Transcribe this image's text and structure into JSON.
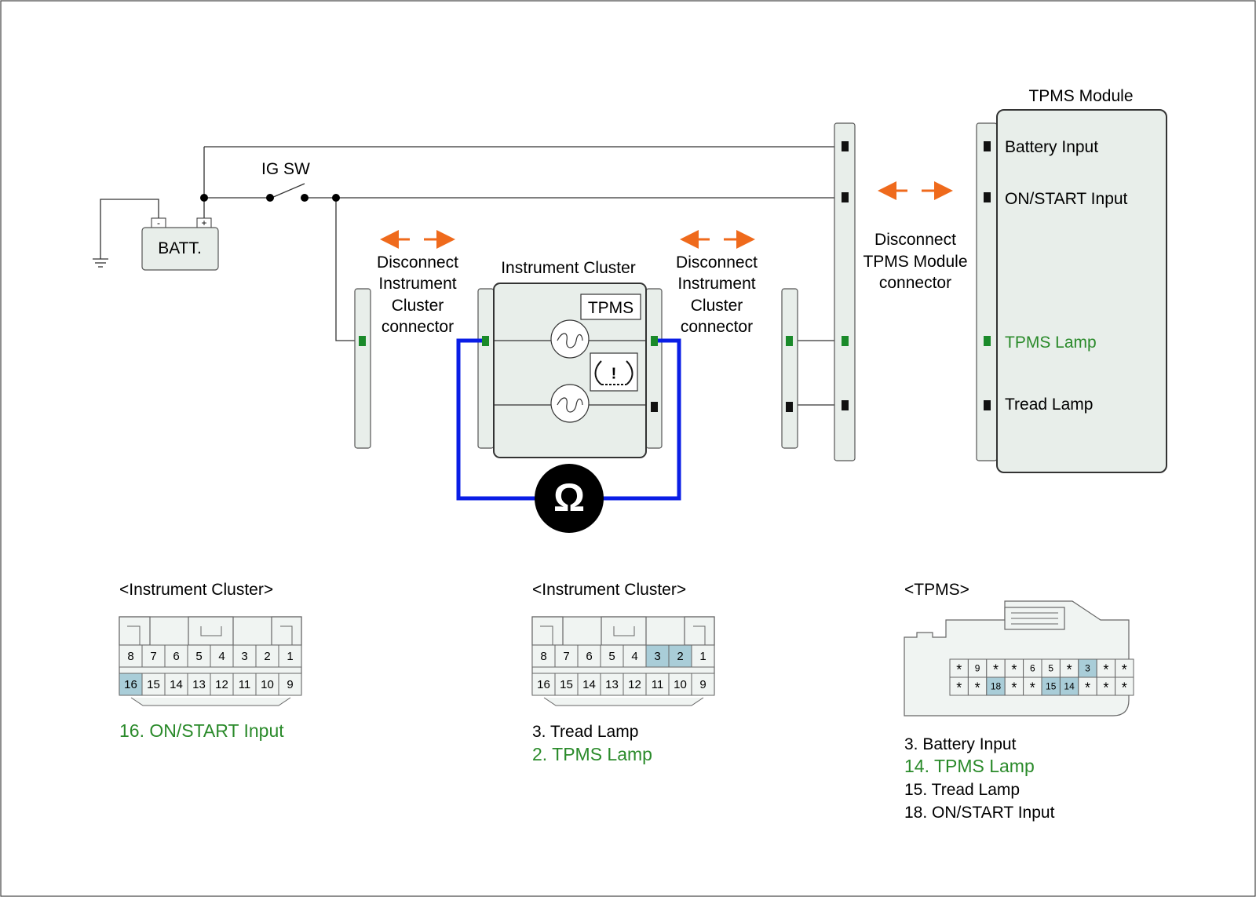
{
  "colors": {
    "background": "#ffffff",
    "wire": "#333333",
    "meter_lead": "#0a1ee6",
    "arrow": "#ef6a1c",
    "highlight_text": "#2a8a2a",
    "pin_active": "#1a8a2a",
    "pin_default": "#111111",
    "pin_highlight_fill": "#a9cdd8"
  },
  "circuit": {
    "ig_switch_label": "IG SW",
    "battery_label": "BATT.",
    "battery_minus": "-",
    "battery_plus": "+",
    "cluster_title": "Instrument Cluster",
    "cluster_tpms_badge": "TPMS",
    "ohmmeter_symbol": "Ω",
    "warning_symbol": "!",
    "disconnect_left": [
      "Disconnect",
      "Instrument",
      "Cluster",
      "connector"
    ],
    "disconnect_middle": [
      "Disconnect",
      "Instrument",
      "Cluster",
      "connector"
    ],
    "disconnect_right": [
      "Disconnect",
      "TPMS Module",
      "connector"
    ],
    "module_title": "TPMS Module",
    "module_pins": [
      "Battery Input",
      "ON/START Input",
      "TPMS Lamp",
      "Tread Lamp"
    ],
    "arrow_icon": "double-arrow-icon"
  },
  "connectors": {
    "left": {
      "title": "<Instrument Cluster>",
      "top_row": [
        "8",
        "7",
        "6",
        "5",
        "4",
        "3",
        "2",
        "1"
      ],
      "bottom_row": [
        "16",
        "15",
        "14",
        "13",
        "12",
        "11",
        "10",
        "9"
      ],
      "highlighted": [
        "16"
      ],
      "legend": [
        {
          "text": "16. ON/START Input",
          "highlight": true
        }
      ]
    },
    "middle": {
      "title": "<Instrument Cluster>",
      "top_row": [
        "8",
        "7",
        "6",
        "5",
        "4",
        "3",
        "2",
        "1"
      ],
      "bottom_row": [
        "16",
        "15",
        "14",
        "13",
        "12",
        "11",
        "10",
        "9"
      ],
      "highlighted": [
        "3",
        "2"
      ],
      "legend": [
        {
          "text": "3. Tread Lamp",
          "highlight": false
        },
        {
          "text": "2. TPMS Lamp",
          "highlight": true
        }
      ]
    },
    "tpms": {
      "title": "<TPMS>",
      "top_row": [
        "*",
        "9",
        "*",
        "*",
        "6",
        "5",
        "*",
        "3",
        "*",
        "*"
      ],
      "bottom_row": [
        "*",
        "*",
        "18",
        "*",
        "*",
        "15",
        "14",
        "*",
        "*",
        "*"
      ],
      "highlighted": [
        "3",
        "18",
        "15",
        "14"
      ],
      "legend": [
        {
          "text": "3. Battery Input",
          "highlight": false
        },
        {
          "text": "14. TPMS Lamp",
          "highlight": true
        },
        {
          "text": "15. Tread Lamp",
          "highlight": false
        },
        {
          "text": "18. ON/START Input",
          "highlight": false
        }
      ]
    }
  }
}
